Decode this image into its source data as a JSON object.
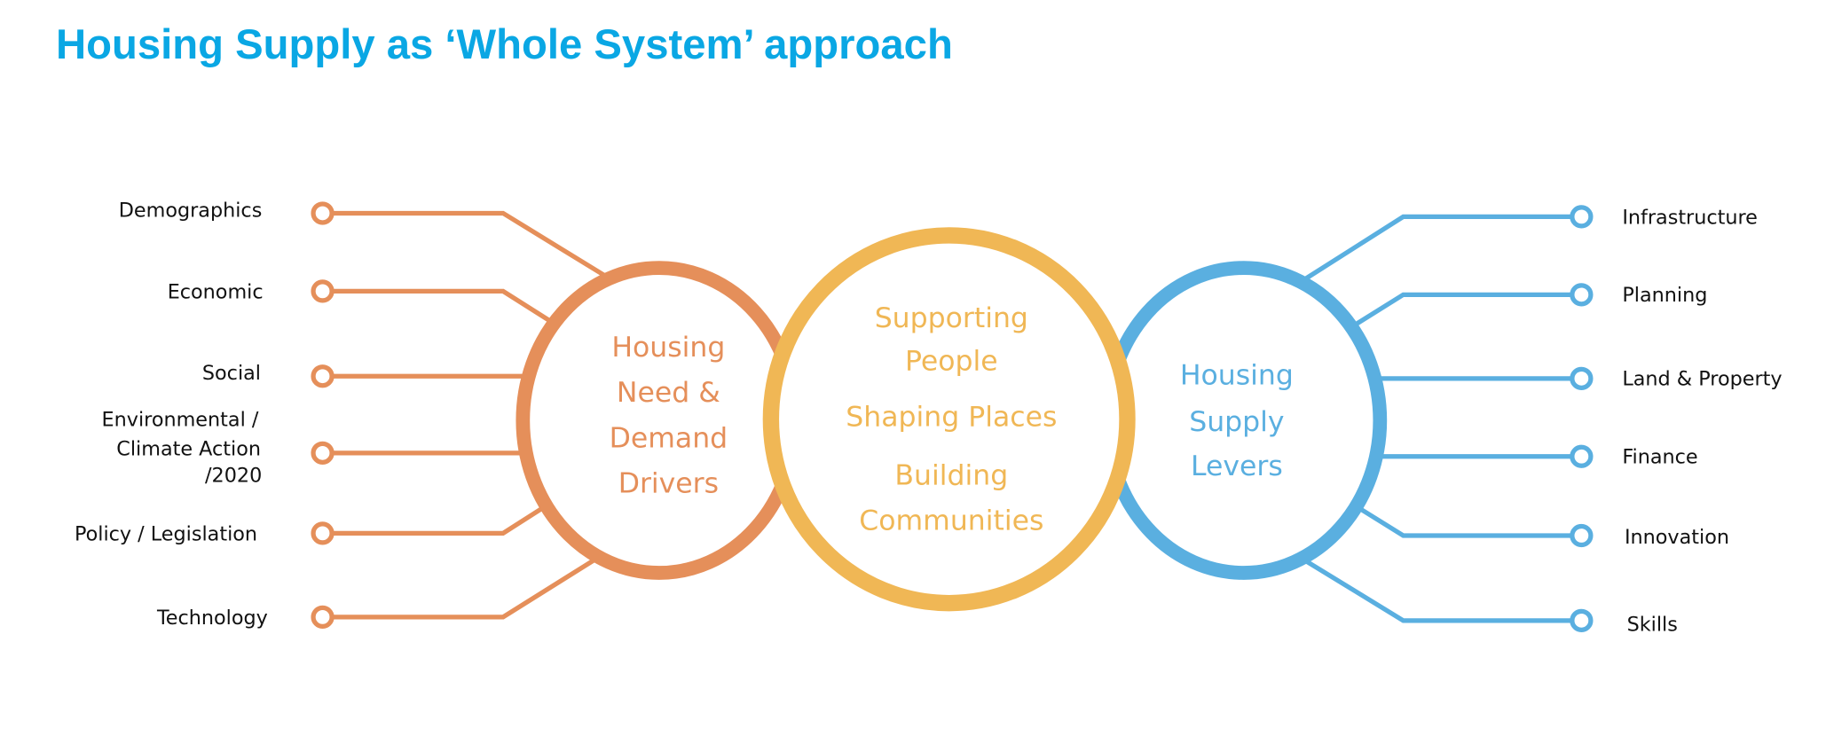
{
  "title": "Housing Supply as ‘Whole System’ approach",
  "colors": {
    "title": "#0aa7e4",
    "orange": "#e58f5a",
    "yellow": "#f0b755",
    "blue": "#5aafe0"
  },
  "left": {
    "circle_lines": [
      "Housing",
      "Need &",
      "Demand",
      "Drivers"
    ],
    "items": [
      "Demographics",
      "Economic",
      "Social",
      "Environmental /",
      "Climate Action",
      "/2020",
      "Policy / Legislation",
      "Technology"
    ]
  },
  "center": {
    "lines": [
      "Supporting",
      "People",
      "Shaping Places",
      "Building",
      "Communities"
    ]
  },
  "right": {
    "circle_lines": [
      "Housing",
      "Supply",
      "Levers"
    ],
    "items": [
      "Infrastructure",
      "Planning",
      "Land & Property",
      "Finance",
      "Innovation",
      "Skills"
    ]
  }
}
